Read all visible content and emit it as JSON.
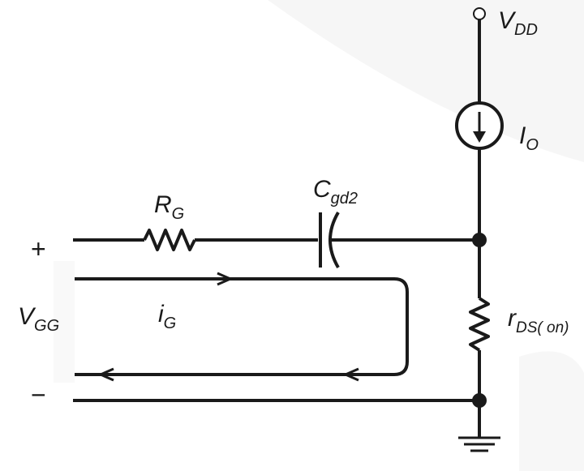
{
  "labels": {
    "vdd": {
      "main": "V",
      "sub": "DD"
    },
    "io": {
      "main": "I",
      "sub": "O"
    },
    "rg": {
      "main": "R",
      "sub": "G"
    },
    "cgd2": {
      "main": "C",
      "sub": "gd2"
    },
    "plus": "+",
    "minus": "−",
    "vgg": {
      "main": "V",
      "sub": "GG"
    },
    "ig": {
      "main": "i",
      "sub": "G"
    },
    "rds": {
      "main": "r",
      "sub": "DS( on)"
    }
  },
  "colors": {
    "line": "#1a1a1a",
    "background": "#ffffff"
  }
}
